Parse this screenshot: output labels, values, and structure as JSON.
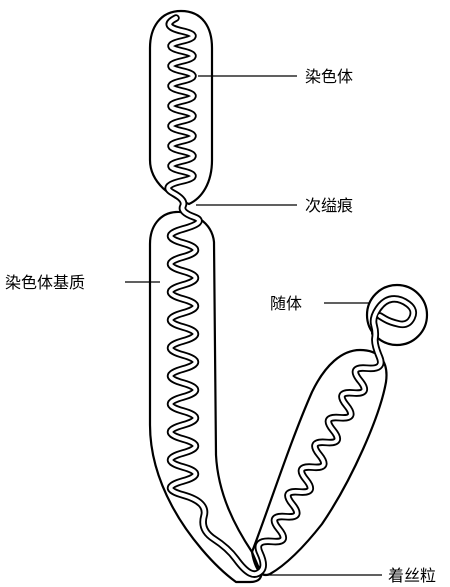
{
  "labels": {
    "chromosome": "染色体",
    "secondary_constriction": "次缢痕",
    "chromosome_matrix": "染色体基质",
    "satellite": "随体",
    "centromere": "着丝粒"
  }
}
